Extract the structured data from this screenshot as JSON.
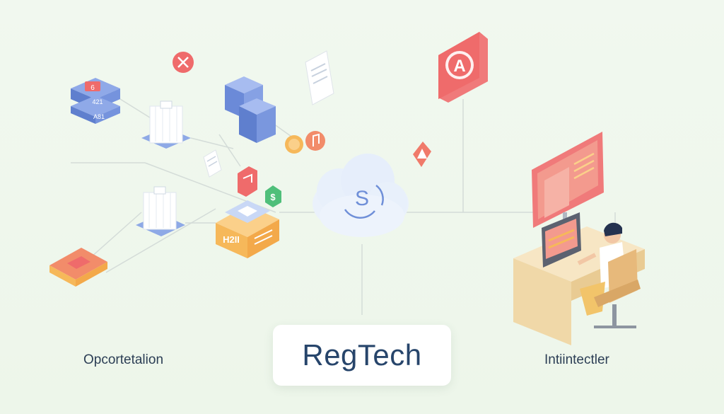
{
  "title": "RegTech",
  "label_left": "Opcortetalion",
  "label_right": "Intiintectler",
  "icon_texts": {
    "server_top_badge": "6",
    "server_lower_text": "421",
    "server_lower_text2": "A81",
    "block_text": "H2II",
    "cloud_letter": "S",
    "alert_letter": "A",
    "dollar": "$"
  },
  "colors": {
    "background": "#eef7ec",
    "title_text": "#27456b",
    "accent_red": "#ef6b6b",
    "accent_blue": "#6f8fd8",
    "accent_orange": "#f6b85a",
    "line": "#d6dde0"
  }
}
